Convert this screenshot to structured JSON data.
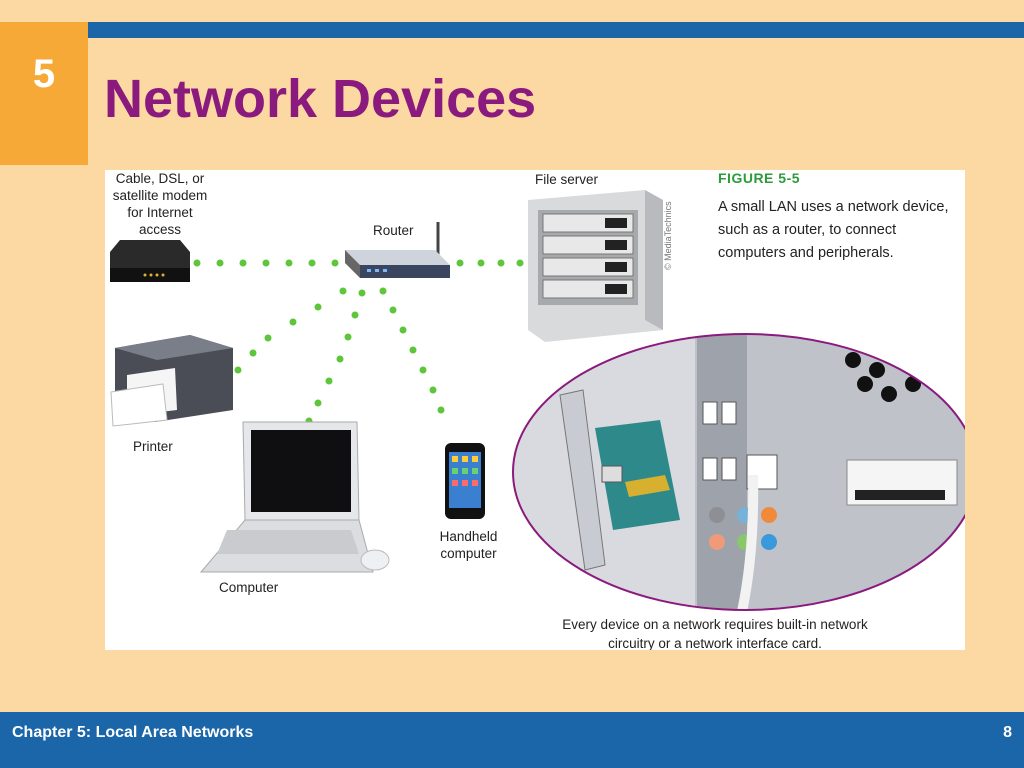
{
  "chapter_number": "5",
  "title": "Network Devices",
  "figure": {
    "label": "FIGURE 5-5",
    "caption": "A small LAN uses a network device, such as a router, to connect computers and peripherals.",
    "credit": "© MediaTechnics",
    "bottom_caption": "Every device on a network requires built-in network circuitry or a network interface card.",
    "labels": {
      "modem": "Cable, DSL, or satellite modem for Internet access",
      "router": "Router",
      "file_server": "File server",
      "printer": "Printer",
      "computer": "Computer",
      "handheld": "Handheld computer"
    }
  },
  "footer": {
    "text": "Chapter 5: Local Area Networks",
    "page": "8"
  },
  "colors": {
    "background": "#fcd8a3",
    "bar": "#1b66a8",
    "chapter_box": "#f7a938",
    "title": "#8b1a7e",
    "dots": "#5ec63a",
    "figure_label": "#2e9a3a"
  }
}
